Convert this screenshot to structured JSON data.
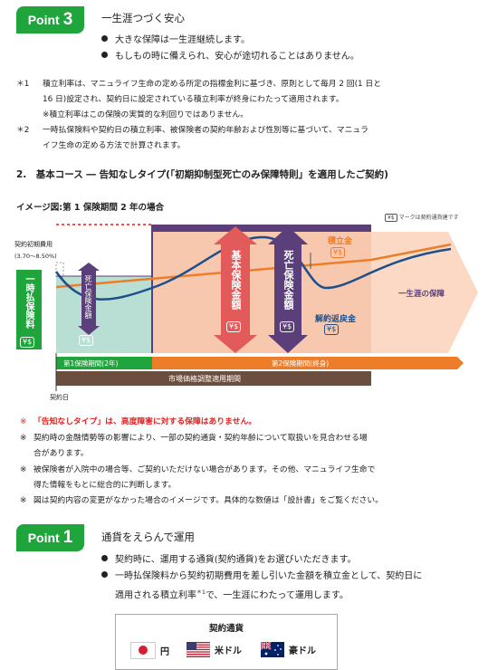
{
  "point3": {
    "word": "Point",
    "num": "3",
    "title": "一生涯つづく安心",
    "bullets": [
      "大きな保障は一生涯継続します。",
      "もしもの時に備えられ、安心が途切れることはありません。"
    ]
  },
  "notes": {
    "n1_mark": "＊1",
    "n1_line1": "積立利率は、マニュライフ生命の定める所定の指標金利に基づき、原則として毎月 2 回(1 日と",
    "n1_line2": "16 日)設定され、契約日に設定されている積立利率が終身にわたって適用されます。",
    "n1_line3": "※積立利率はこの保険の実質的な利回りではありません。",
    "n2_mark": "＊2",
    "n2_line1": "一時払保険料や契約日の積立利率、被保険者の契約年齢および性別等に基づいて、マニュラ",
    "n2_line2": "イフ生命の定める方法で計算されます。"
  },
  "section": {
    "title": "2.　基本コース ― 告知なしタイプ(「初期抑制型死亡のみ保障特則」を適用したご契約)"
  },
  "diagram": {
    "image_title": "イメージ図:第 1 保険期間 2 年の場合",
    "legend_chip": "¥$",
    "legend_text": "マークは契約通貨建です",
    "initial_fee_label": "契約初期費用",
    "initial_fee_range": "(3.70～8.50%)",
    "premium_label": "一時払保険料",
    "death_benefit_p1": "死亡保険金額",
    "basic_benefit": "基本保険金額",
    "death_benefit_main": "死亡保険金額",
    "reserve_label": "積立金",
    "refund_label": "解約返戻金",
    "lifetime_label": "一生涯の保障",
    "currency_chip": "¥$",
    "period1": "第1保険期間(2年)",
    "period2": "第2保険期間(終身)",
    "mva_period": "市場価格調整適用期間",
    "contract_day": "契約日"
  },
  "warnings": {
    "w1_mark": "※",
    "w1_red": "「告知なしタイプ」は、高度障害に対する保障はありません。",
    "w2_mark": "※",
    "w2_line1": "契約時の金融情勢等の影響により、一部の契約通貨・契約年齢について取扱いを見合わせる場",
    "w2_line2": "合があります。",
    "w3_mark": "※",
    "w3_line1": "被保険者が入院中の場合等、ご契約いただけない場合があります。その他、マニュライフ生命で",
    "w3_line2": "得た情報をもとに総合的に判断します。",
    "w4_mark": "※",
    "w4_line1": "図は契約内容の変更がなかった場合のイメージです。具体的な数値は「設計書」をご覧ください。"
  },
  "point1": {
    "word": "Point",
    "num": "1",
    "title": "通貨をえらんで運用",
    "b1": "契約時に、運用する通貨(契約通貨)をお選びいただきます。",
    "b2_line1": "一時払保険料から契約初期費用を差し引いた金額を積立金として、契約日に",
    "b2_line2": "適用される積立利率",
    "b2_sup": "＊1",
    "b2_line2b": "で、一生涯にわたって運用します。"
  },
  "currency_box": {
    "title": "契約通貨",
    "items": [
      {
        "label": "円",
        "flag": "japan-flag"
      },
      {
        "label": "米ドル",
        "flag": "us-flag"
      },
      {
        "label": "豪ドル",
        "flag": "australia-flag"
      }
    ]
  },
  "colors": {
    "green": "#1fa53c",
    "purple": "#5b3f7a",
    "red": "#e02020",
    "orange": "#ee7d2a",
    "teal": "#b9dfd4",
    "peach": "#fbd9c4",
    "brown": "#6b4e3d"
  }
}
